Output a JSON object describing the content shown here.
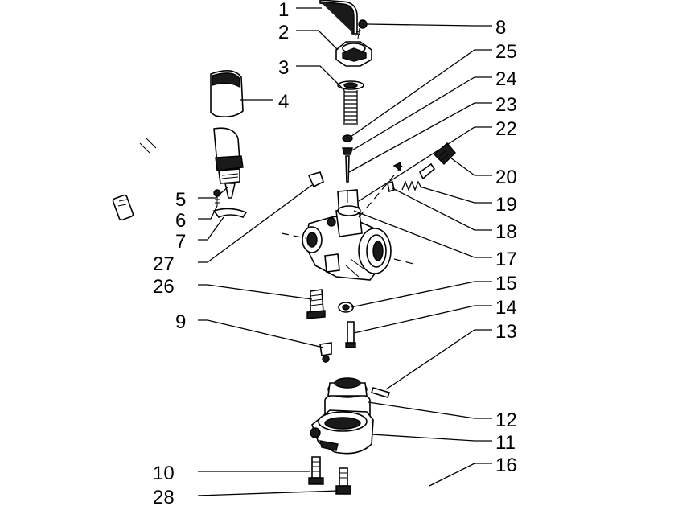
{
  "callouts": [
    {
      "id": "c1",
      "label": "1",
      "part": "fuel-inlet-tube"
    },
    {
      "id": "c2",
      "label": "2",
      "part": "cap"
    },
    {
      "id": "c3",
      "label": "3",
      "part": "spring"
    },
    {
      "id": "c4",
      "label": "4",
      "part": "rubber-cover"
    },
    {
      "id": "c5",
      "label": "5",
      "part": "starter-valve"
    },
    {
      "id": "c6",
      "label": "6",
      "part": "screw"
    },
    {
      "id": "c7",
      "label": "7",
      "part": "bracket"
    },
    {
      "id": "c8",
      "label": "8",
      "part": "screw"
    },
    {
      "id": "c9",
      "label": "9",
      "part": "main-jet"
    },
    {
      "id": "c10",
      "label": "10",
      "part": "screw"
    },
    {
      "id": "c11",
      "label": "11",
      "part": "float-bowl"
    },
    {
      "id": "c12",
      "label": "12",
      "part": "float"
    },
    {
      "id": "c13",
      "label": "13",
      "part": "float-pin"
    },
    {
      "id": "c14",
      "label": "14",
      "part": "jet"
    },
    {
      "id": "c15",
      "label": "15",
      "part": "nut"
    },
    {
      "id": "c16",
      "label": "16",
      "part": "drain-hose"
    },
    {
      "id": "c17",
      "label": "17",
      "part": "carburettor-body"
    },
    {
      "id": "c18",
      "label": "18",
      "part": "idle-screw"
    },
    {
      "id": "c19",
      "label": "19",
      "part": "spring"
    },
    {
      "id": "c20",
      "label": "20",
      "part": "adjusting-screw"
    },
    {
      "id": "c22",
      "label": "22",
      "part": "throttle-valve"
    },
    {
      "id": "c23",
      "label": "23",
      "part": "needle"
    },
    {
      "id": "c24",
      "label": "24",
      "part": "clip"
    },
    {
      "id": "c25",
      "label": "25",
      "part": "washer"
    },
    {
      "id": "c26",
      "label": "26",
      "part": "screw"
    },
    {
      "id": "c27",
      "label": "27",
      "part": "cap"
    },
    {
      "id": "c28",
      "label": "28",
      "part": "screw"
    }
  ]
}
